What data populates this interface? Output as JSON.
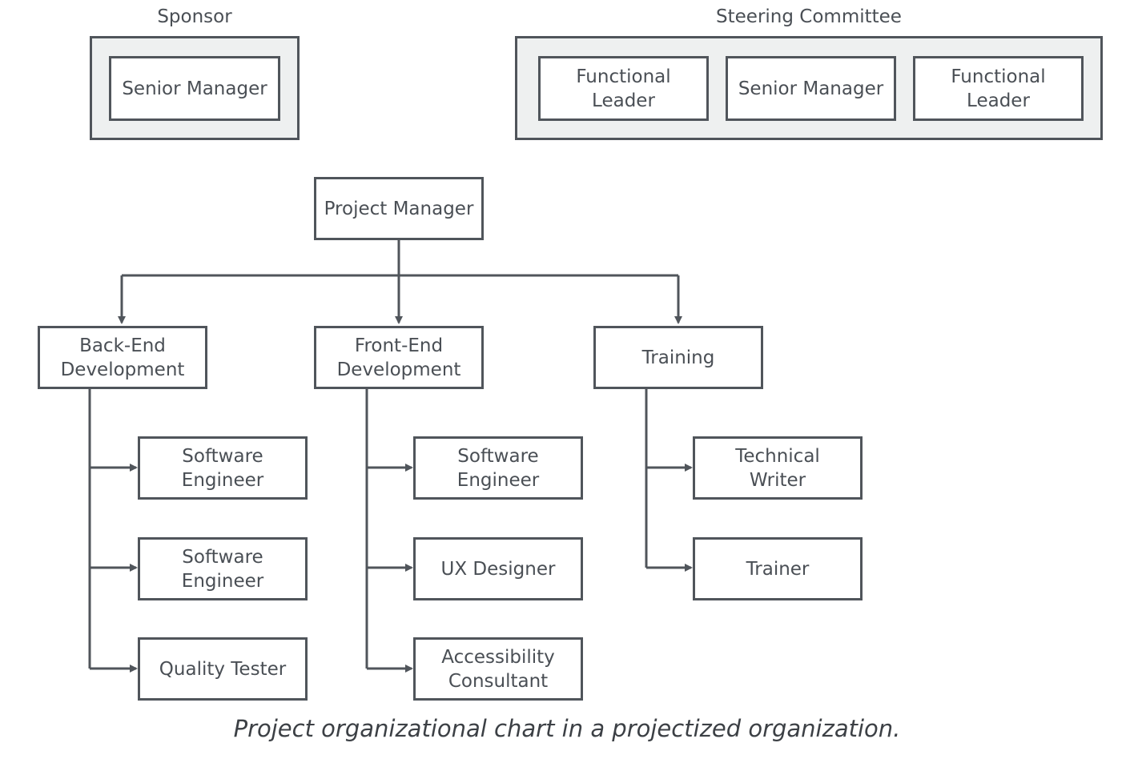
{
  "sponsor": {
    "label": "Sponsor",
    "members": [
      "Senior Manager"
    ]
  },
  "steering_committee": {
    "label": "Steering Committee",
    "members": [
      "Functional\nLeader",
      "Senior Manager",
      "Functional\nLeader"
    ]
  },
  "project_manager": "Project Manager",
  "departments": [
    {
      "name": "Back-End\nDevelopment",
      "roles": [
        "Software\nEngineer",
        "Software\nEngineer",
        "Quality Tester"
      ]
    },
    {
      "name": "Front-End\nDevelopment",
      "roles": [
        "Software\nEngineer",
        "UX Designer",
        "Accessibility\nConsultant"
      ]
    },
    {
      "name": "Training",
      "roles": [
        "Technical\nWriter",
        "Trainer"
      ]
    }
  ],
  "caption": "Project organizational chart in a projectized organization.",
  "colors": {
    "line": "#50555b",
    "frame_fill": "#eef0f0",
    "text": "#4a4f55"
  }
}
